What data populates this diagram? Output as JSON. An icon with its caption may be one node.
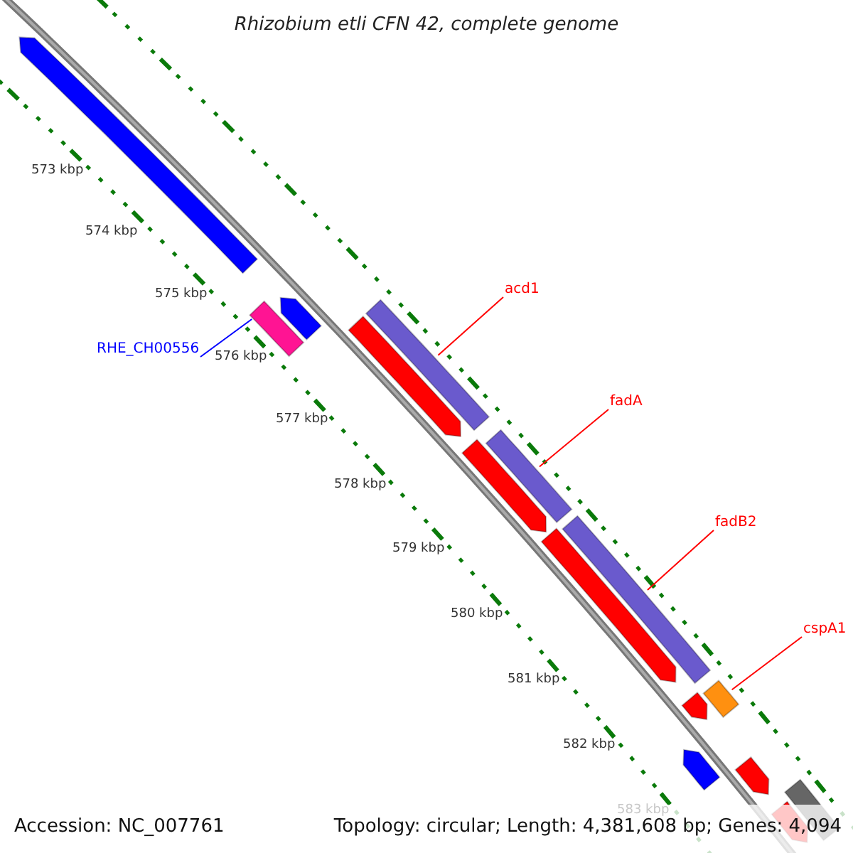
{
  "diagram": {
    "title": "Rhizobium etli CFN 42, complete genome",
    "nodes": [
      {
        "text": [
          "acd1"
        ]
      },
      {
        "text": [
          "RHE_CH00556"
        ]
      },
      {
        "text": [
          "fadA"
        ]
      },
      {
        "text": [
          "fadB2"
        ]
      },
      {
        "text": [
          "cspA1"
        ]
      },
      {
        "text": [],
        "shape": "arrow"
      },
      {
        "text": [],
        "shape": "bar"
      },
      {
        "text": [],
        "shape": "arrow"
      },
      {
        "text": [],
        "shape": "arrow"
      },
      {
        "text": [],
        "shape": "bar"
      },
      {
        "text": [],
        "shape": "arrow"
      },
      {
        "text": [],
        "shape": "bar"
      },
      {
        "text": [],
        "shape": "arrow"
      },
      {
        "text": [],
        "shape": "bar"
      },
      {
        "text": [],
        "shape": "arrow"
      },
      {
        "text": [],
        "shape": "bar"
      },
      {
        "text": [],
        "shape": "arrow"
      },
      {
        "text": [],
        "shape": "arrow"
      },
      {
        "text": [],
        "shape": "arrow"
      },
      {
        "text": [],
        "shape": "bar"
      }
    ],
    "edges": [
      {
        "from": 0,
        "to": 9,
        "arrow": "none"
      },
      {
        "from": 1,
        "to": 6,
        "arrow": "none",
        "color": "#0000ff"
      },
      {
        "from": 2,
        "to": 11,
        "arrow": "none"
      },
      {
        "from": 3,
        "to": 13,
        "arrow": "none"
      },
      {
        "from": 4,
        "to": 15,
        "arrow": "none"
      }
    ],
    "labels": [
      "573 kbp",
      "574 kbp",
      "575 kbp",
      "576 kbp",
      "577 kbp",
      "578 kbp",
      "579 kbp",
      "580 kbp",
      "581 kbp",
      "582 kbp",
      "583 kbp",
      "Accession: NC_007761",
      "Topology: circular; Length: 4,381,608 bp; Genes: 4,094"
    ]
  }
}
